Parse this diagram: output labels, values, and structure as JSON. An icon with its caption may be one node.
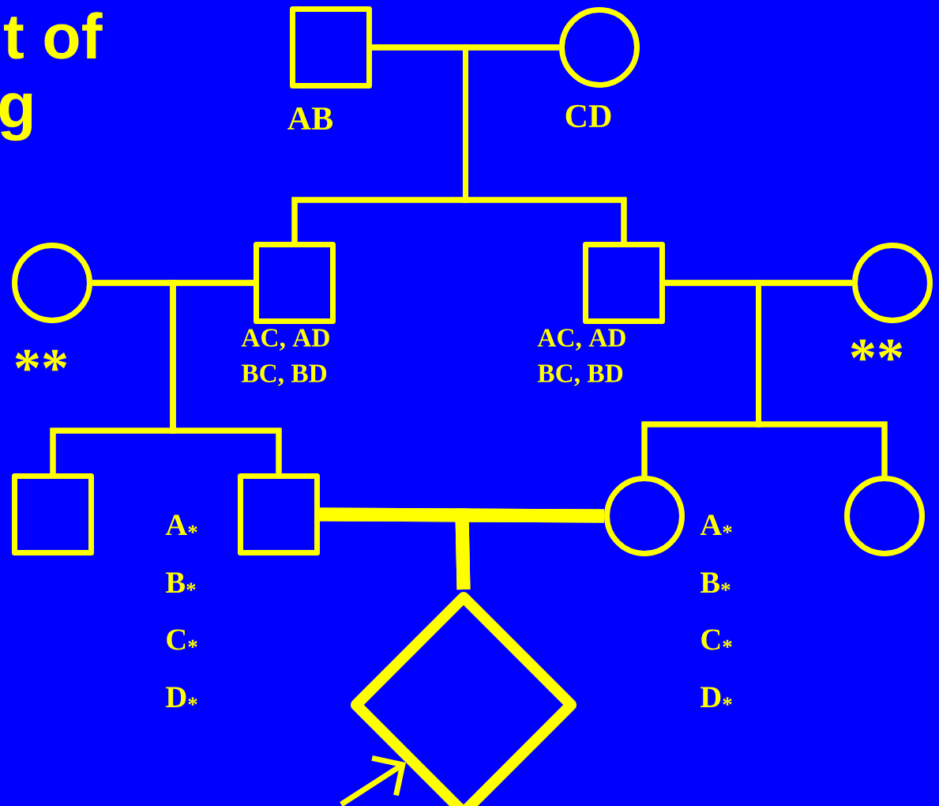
{
  "diagram": {
    "nodes": [
      {
        "text": [],
        "shape": "box",
        "beside": [
          "AB"
        ]
      },
      {
        "text": [],
        "shape": "circle",
        "beside": [
          "CD"
        ]
      },
      {
        "text": [],
        "shape": "circle",
        "beside": [
          "**"
        ]
      },
      {
        "text": [],
        "shape": "box",
        "beside": [
          "AC, AD",
          "BC, BD"
        ]
      },
      {
        "text": [],
        "shape": "box",
        "beside": [
          "AC, AD",
          "BC, BD"
        ]
      },
      {
        "text": [],
        "shape": "circle",
        "beside": [
          "**"
        ]
      },
      {
        "text": [],
        "shape": "box"
      },
      {
        "text": [],
        "shape": "box",
        "beside": [
          "A$_{*}$",
          "B$_{*}$",
          "C$_{*}$",
          "D$_{*}$"
        ]
      },
      {
        "text": [],
        "shape": "circle",
        "beside": [
          "A$_{*}$",
          "B$_{*}$",
          "C$_{*}$",
          "D$_{*}$"
        ]
      },
      {
        "text": [],
        "shape": "circle"
      },
      {
        "text": [],
        "shape": "diamond"
      }
    ],
    "edges": [
      {
        "from": 0,
        "to": 1,
        "arrow": "none"
      },
      {
        "from": 0,
        "to": 3,
        "arrow": "none"
      },
      {
        "from": 1,
        "to": 3,
        "arrow": "none"
      },
      {
        "from": 0,
        "to": 4,
        "arrow": "none"
      },
      {
        "from": 1,
        "to": 4,
        "arrow": "none"
      },
      {
        "from": 2,
        "to": 3,
        "arrow": "none"
      },
      {
        "from": 2,
        "to": 6,
        "arrow": "none"
      },
      {
        "from": 3,
        "to": 6,
        "arrow": "none"
      },
      {
        "from": 2,
        "to": 7,
        "arrow": "none"
      },
      {
        "from": 3,
        "to": 7,
        "arrow": "none"
      },
      {
        "from": 4,
        "to": 5,
        "arrow": "none"
      },
      {
        "from": 4,
        "to": 8,
        "arrow": "none"
      },
      {
        "from": 5,
        "to": 8,
        "arrow": "none"
      },
      {
        "from": 4,
        "to": 9,
        "arrow": "none"
      },
      {
        "from": 5,
        "to": 9,
        "arrow": "none"
      },
      {
        "from": 7,
        "to": 8,
        "arrow": "none",
        "style": "thick"
      },
      {
        "from": 7,
        "to": 10,
        "arrow": "none",
        "style": "thick"
      },
      {
        "from": 8,
        "to": 10,
        "arrow": "none",
        "style": "thick"
      },
      {
        "from": null,
        "to": 10,
        "arrow": "to"
      }
    ],
    "labels": [
      "t of",
      "g"
    ]
  }
}
